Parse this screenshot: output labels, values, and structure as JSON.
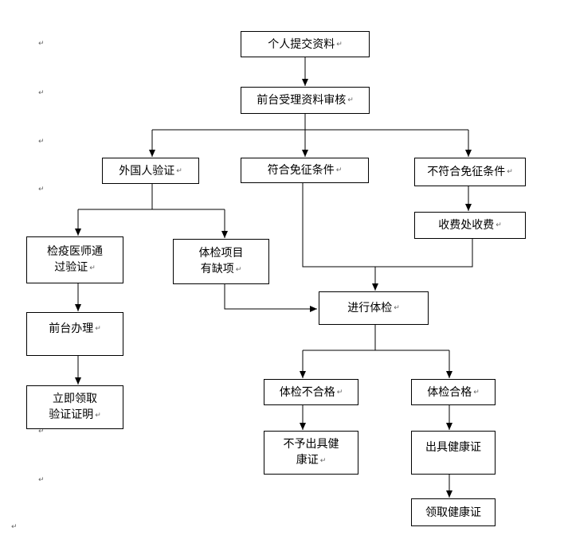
{
  "paragraph_mark": "↵",
  "nodes": {
    "submit": "个人提交资料",
    "review": "前台受理资料审核",
    "foreigner": "外国人验证",
    "exempt": "符合免征条件",
    "not_exempt": "不符合免征条件",
    "charge": "收费处收费",
    "quarantine_pass": [
      "检疫医师通",
      "过验证"
    ],
    "missing_items": [
      "体检项目",
      "有缺项"
    ],
    "front_process": "前台办理",
    "get_certificate": [
      "立即领取",
      "验证证明"
    ],
    "exam": "进行体检",
    "fail": "体检不合格",
    "pass": "体检合格",
    "no_cert": [
      "不予出具健",
      "康证"
    ],
    "issue_cert": "出具健康证",
    "collect_cert": "领取健康证"
  }
}
